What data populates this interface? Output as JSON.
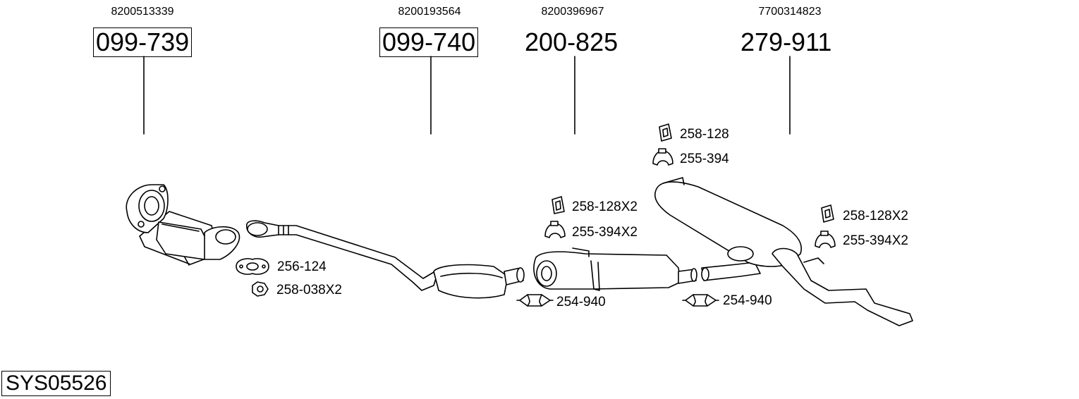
{
  "parts": [
    {
      "oe": "8200513339",
      "number": "099-739",
      "boxed": true
    },
    {
      "oe": "8200193564",
      "number": "099-740",
      "boxed": true
    },
    {
      "oe": "8200396967",
      "number": "200-825",
      "boxed": false
    },
    {
      "oe": "7700314823",
      "number": "279-911",
      "boxed": false
    }
  ],
  "accessories": {
    "gasket": "256-124",
    "nut": "258-038X2",
    "clamp_a": "254-940",
    "clamp_b": "254-940",
    "mount_top": "258-128",
    "hanger_top": "255-394",
    "mount_mid": "258-128X2",
    "hanger_mid": "255-394X2",
    "mount_right": "258-128X2",
    "hanger_right": "255-394X2"
  },
  "system_code": "SYS05526"
}
